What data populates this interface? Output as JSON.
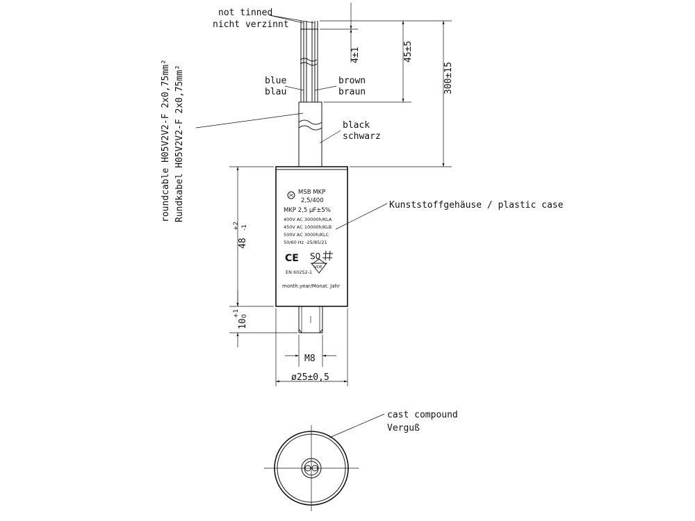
{
  "labels": {
    "not_tinned": "not tinned",
    "nicht_verzinnt": "nicht verzinnt",
    "blue": "blue",
    "blau": "blau",
    "brown": "brown",
    "braun": "braun",
    "black": "black",
    "schwarz": "schwarz",
    "roundcable": "roundcable H05V2V2-F 2x0,75mm²",
    "rundkabel": "Rundkabel H05V2V2-F 2x0,75mm²",
    "plastic_case": "Kunststoffgehäuse / plastic case",
    "cast_compound": "cast compound",
    "verguss": "Verguß"
  },
  "dimensions": {
    "d_4": "4±1",
    "d_45": "45±5",
    "d_300": "300±15",
    "d_48": "48",
    "d_48_tol": "+2",
    "d_48_tol2": "-1",
    "d_10": "10",
    "d_10_tol": "+1",
    "d_10_tol2": "0",
    "d_m8": "M8",
    "d_25": "ø25±0,5"
  },
  "case_print": {
    "line1": "MSB MKP",
    "line2": "2,5/400",
    "line3": "MKP 2,5 µF±5%",
    "line4": "400V AC 30000h/KLA",
    "line5": "450V AC 10000h/KLB",
    "line6": "500V AC 3000h/KLC",
    "line7": "50/60 Hz -25/85/21",
    "ce": "CE",
    "s0": "S0",
    "vde": "VDE",
    "norm": "EN 60252-1",
    "date": "month.year/Monat. Jahr"
  }
}
